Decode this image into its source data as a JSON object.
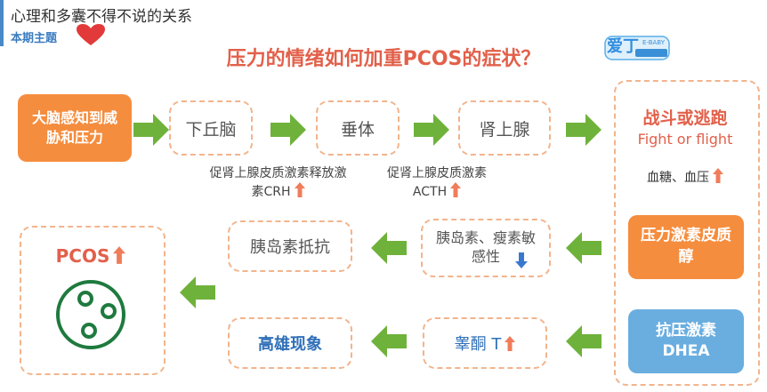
{
  "header": {
    "series_title": "心理和多囊不得不说的关系",
    "theme_label": "本期主题",
    "logo_text": "爱丁",
    "logo_small": "E-BABY"
  },
  "title": "压力的情绪如何加重PCOS的症状？",
  "row1": {
    "start": "大脑感知到威胁和压力",
    "step1": "下丘脑",
    "step2": "垂体",
    "step3": "肾上腺"
  },
  "labels": {
    "crh": "促肾上腺皮质激素释放激素CRH",
    "acth": "促肾上腺皮质激素ACTH"
  },
  "right_panel": {
    "title_cn": "战斗或逃跑",
    "title_en": "Fight or flight",
    "sugar": "血糖、血压",
    "cortisol": "压力激素皮质醇",
    "dhea_cn": "抗压激素",
    "dhea_en": "DHEA"
  },
  "row2": {
    "sensitivity": "胰岛素、瘦素敏感性",
    "resistance": "胰岛素抵抗"
  },
  "row3": {
    "testosterone": "睾酮 T",
    "androgen": "高雄现象"
  },
  "result": {
    "pcos": "PCOS"
  },
  "colors": {
    "accent_orange": "#f58d3e",
    "accent_red": "#e2604a",
    "accent_blue": "#6aaee0",
    "arrow_green": "#6fb23b",
    "dash_border": "#f2b48c"
  }
}
